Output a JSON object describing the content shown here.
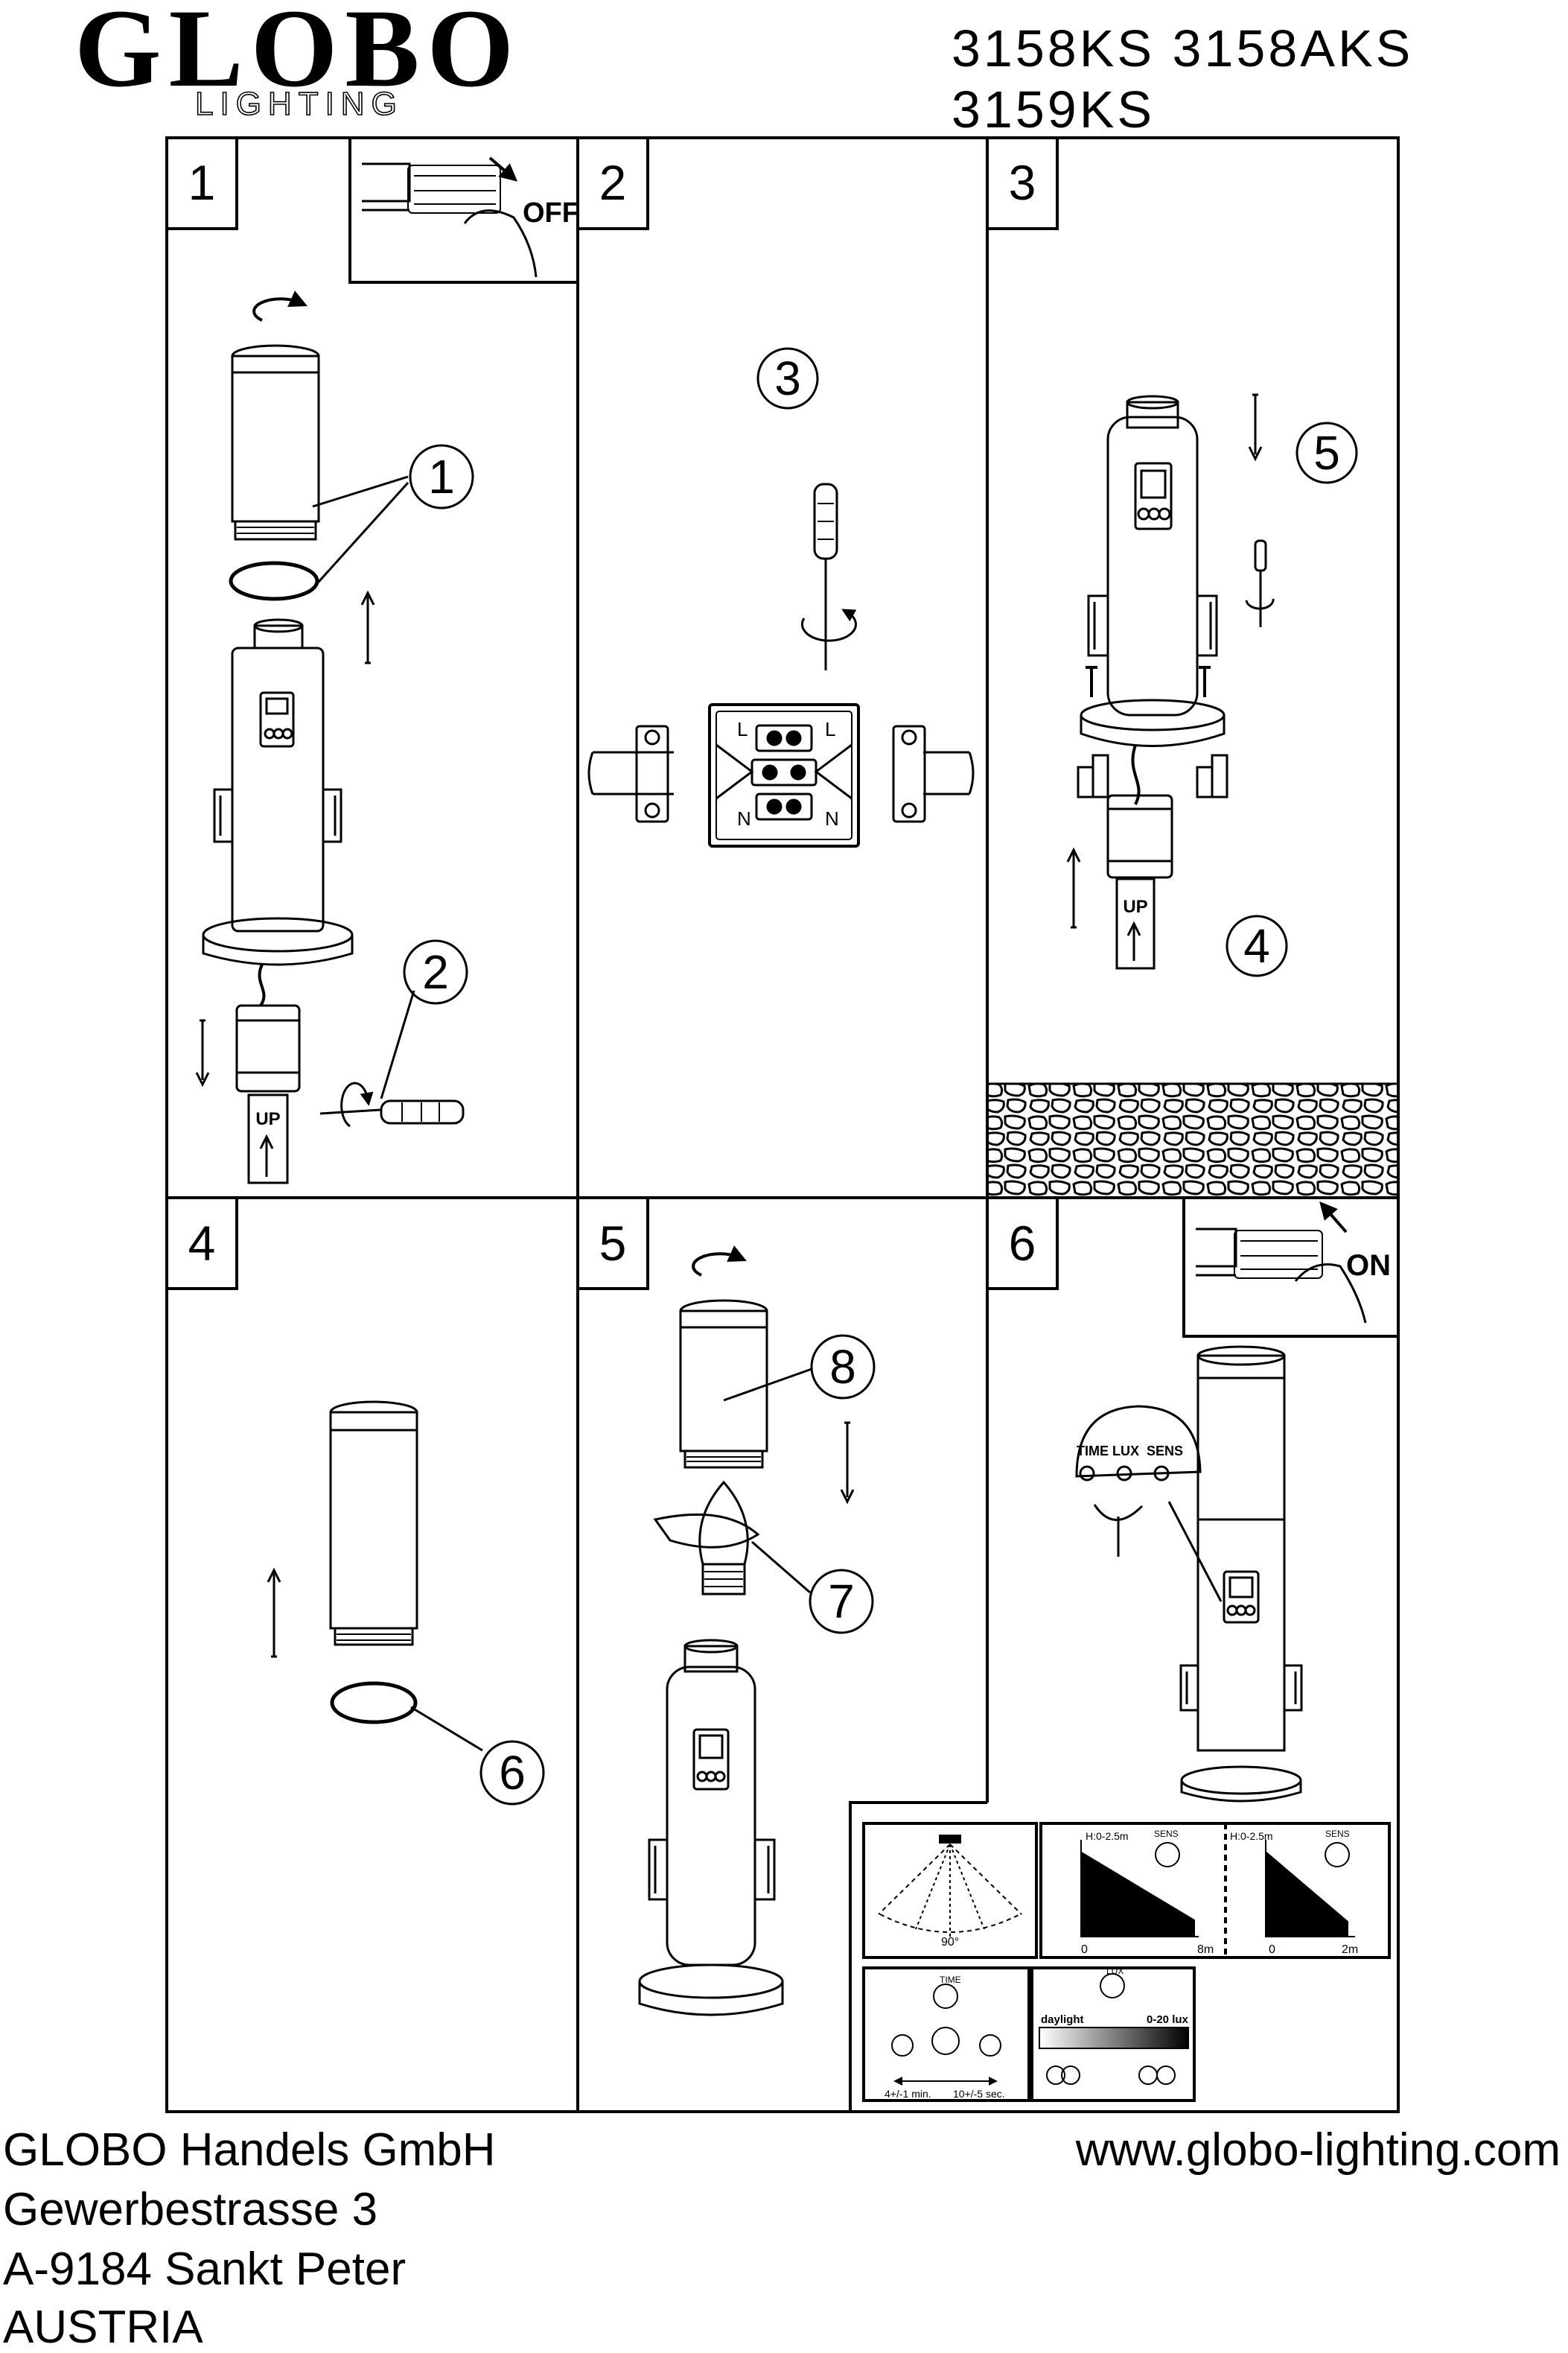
{
  "brand": {
    "name": "GLOBO",
    "sub": "LIGHTING"
  },
  "models": {
    "line1": "3158KS  3158AKS",
    "line2": "3159KS"
  },
  "steps": [
    "1",
    "2",
    "3",
    "4",
    "5",
    "6"
  ],
  "callouts": {
    "p1": [
      "1",
      "2"
    ],
    "p2": [
      "3"
    ],
    "p3": [
      "5",
      "4"
    ],
    "p4": [
      "6"
    ],
    "p5": [
      "8",
      "7"
    ]
  },
  "labels": {
    "off": "OFF",
    "on": "ON",
    "up": "UP",
    "terminal_l": "L",
    "terminal_n": "N",
    "sensor": [
      "TIME",
      "LUX",
      "SENS"
    ],
    "angle": "90°",
    "height1": "H:0-2.5m",
    "height2": "H:0-2.5m",
    "dist_zero": "0",
    "dist_8": "8m",
    "dist_2": "2m",
    "sens": "SENS",
    "time": "TIME",
    "lux": "LUX",
    "time_range": [
      "4+/-1 min.",
      "10+/-5 sec."
    ],
    "daylight": "daylight",
    "lux_range": "0-20 lux"
  },
  "footer": {
    "company": "GLOBO Handels GmbH",
    "street": "Gewerbestrasse 3",
    "city": "A-9184 Sankt Peter",
    "country": "AUSTRIA",
    "website": "www.globo-lighting.com"
  }
}
